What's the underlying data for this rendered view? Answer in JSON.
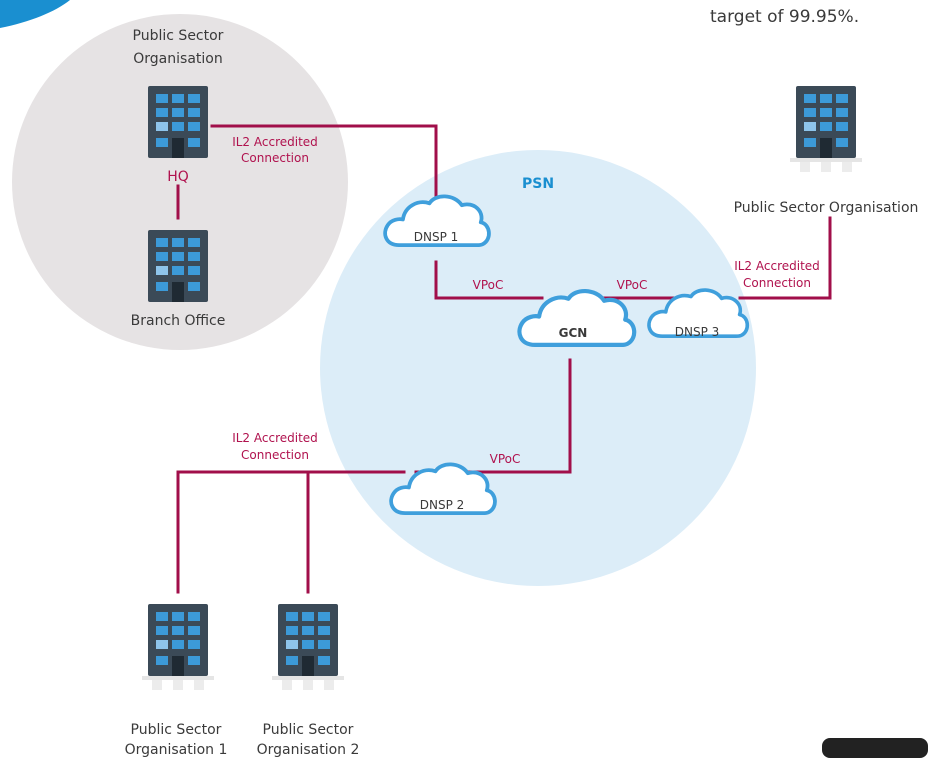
{
  "corner_text": "target of 99.95%.",
  "regions": {
    "psn_label": "PSN",
    "org_circle_label": "Public Sector Organisation"
  },
  "nodes": {
    "hq_label": "HQ",
    "branch_label": "Branch Office",
    "org_right_label": "Public Sector Organisation",
    "org1_label_line1": "Public Sector",
    "org1_label_line2": "Organisation 1",
    "org2_label_line1": "Public Sector",
    "org2_label_line2": "Organisation 2"
  },
  "clouds": {
    "dnsp1": "DNSP 1",
    "dnsp2": "DNSP 2",
    "dnsp3": "DNSP 3",
    "gcn": "GCN"
  },
  "connections": {
    "il2_top_line1": "IL2 Accredited",
    "il2_top_line2": "Connection",
    "il2_right_line1": "IL2 Accredited",
    "il2_right_line2": "Connection",
    "il2_bottom_line1": "IL2 Accredited",
    "il2_bottom_line2": "Connection",
    "vpoc_1": "VPoC",
    "vpoc_2": "VPoC",
    "vpoc_3": "VPoC"
  },
  "colors": {
    "accent": "#a10f4a",
    "psn_fill": "#dcedf8",
    "org_fill": "#e6e3e4",
    "cloud_stroke": "#3f9fdc",
    "building": "#3b4a57",
    "window": "#3c9ad8"
  }
}
